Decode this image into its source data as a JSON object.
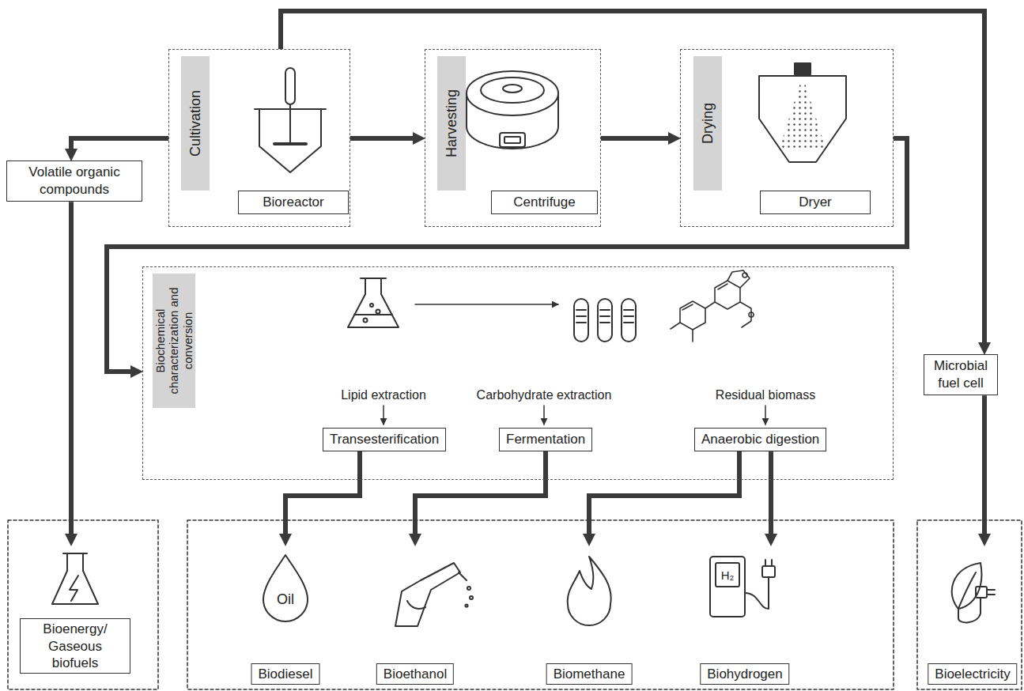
{
  "diagram": {
    "nodes": [
      {
        "text": [
          "Cultivation"
        ]
      },
      {
        "text": [
          "Bioreactor"
        ],
        "in": 0
      },
      {
        "text": [
          "Harvesting"
        ]
      },
      {
        "text": [
          "Centrifuge"
        ],
        "in": 2
      },
      {
        "text": [
          "Drying"
        ]
      },
      {
        "text": [
          "Dryer"
        ],
        "in": 4
      },
      {
        "text": [
          "Volatile organic compounds"
        ]
      },
      {
        "text": [
          "Biochemical characterization and conversion"
        ]
      },
      {
        "text": [
          "Transesterification"
        ],
        "in": 7
      },
      {
        "text": [
          "Fermentation"
        ],
        "in": 7
      },
      {
        "text": [
          "Anaerobic digestion"
        ],
        "in": 7
      },
      {
        "text": [
          "Microbial fuel cell"
        ]
      },
      {
        "text": [
          "Bioenergy/ Gaseous biofuels"
        ]
      },
      {
        "text": [
          "Biodiesel"
        ]
      },
      {
        "text": [
          "Bioethanol"
        ]
      },
      {
        "text": [
          "Biomethane"
        ]
      },
      {
        "text": [
          "Biohydrogen"
        ]
      },
      {
        "text": [
          "Bioelectricity"
        ]
      }
    ],
    "edges": [
      {
        "from": 0,
        "to": 2,
        "arrow": "to"
      },
      {
        "from": 2,
        "to": 4,
        "arrow": "to"
      },
      {
        "from": 4,
        "to": 7,
        "arrow": "to"
      },
      {
        "from": 0,
        "to": 6,
        "arrow": "to"
      },
      {
        "from": 6,
        "to": 12,
        "arrow": "to"
      },
      {
        "from": 0,
        "to": 11,
        "arrow": "to"
      },
      {
        "from": 11,
        "to": 17,
        "arrow": "to"
      },
      {
        "from": 8,
        "to": 13,
        "arrow": "to"
      },
      {
        "from": 9,
        "to": 14,
        "arrow": "to"
      },
      {
        "from": 10,
        "to": 15,
        "arrow": "to"
      },
      {
        "from": 10,
        "to": 16,
        "arrow": "to"
      }
    ],
    "labels": [
      "Lipid extraction",
      "Carbohydrate extraction",
      "Residual biomass",
      "Oil",
      "H₂"
    ]
  }
}
